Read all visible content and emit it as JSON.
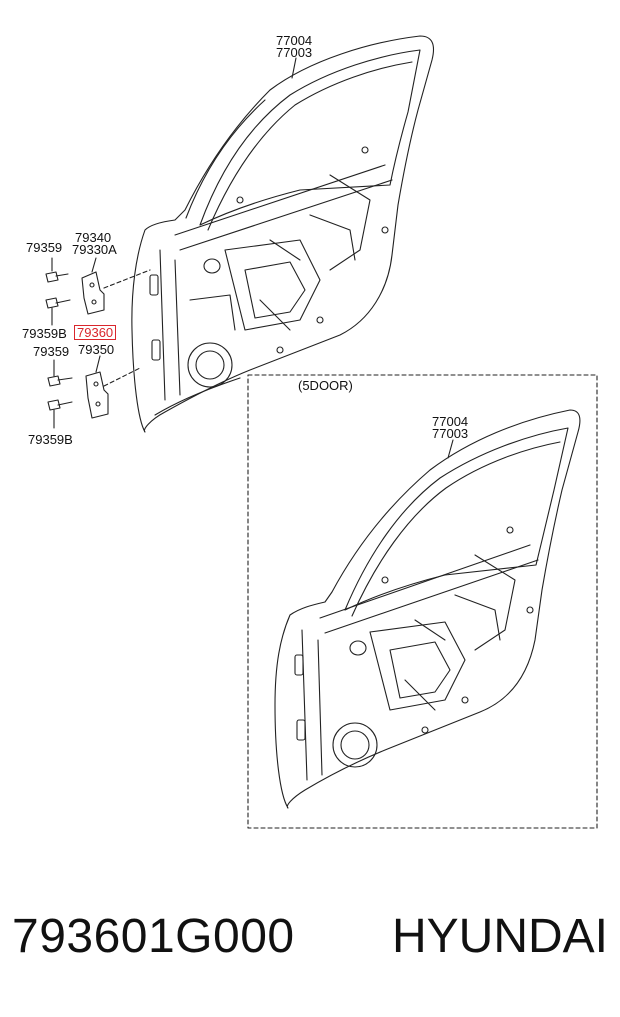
{
  "diagram": {
    "top_door": {
      "labels": [
        "77004",
        "77003"
      ]
    },
    "hinges": {
      "upper": {
        "bolt_top": "79359",
        "part_a": "79340",
        "part_b": "79330A",
        "bolt_bottom": "79359B"
      },
      "highlighted_part": "79360",
      "lower": {
        "bolt_top": "79359",
        "part": "79350",
        "bolt_bottom": "79359B"
      }
    },
    "variant_box": {
      "title": "(5DOOR)",
      "labels": [
        "77004",
        "77003"
      ]
    },
    "colors": {
      "highlight": "#d9262c",
      "line": "#222222"
    }
  },
  "footer": {
    "part_number": "793601G000",
    "brand": "HYUNDAI"
  }
}
